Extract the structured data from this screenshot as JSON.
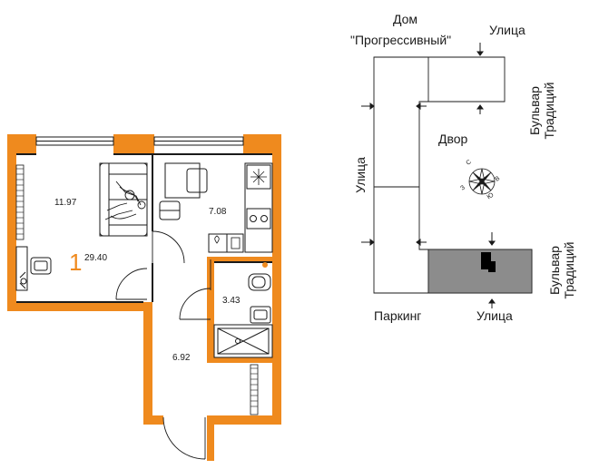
{
  "apartment": {
    "rooms_count": "1",
    "total_area": "29.40",
    "living_area": "11.97",
    "kitchen_area": "7.08",
    "bathroom_area": "3.43",
    "hallway_area": "6.92"
  },
  "site_plan": {
    "building_label_line1": "Дом",
    "building_label_line2": "\"Прогрессивный\"",
    "street_top": "Улица",
    "street_left": "Улица",
    "street_bottom": "Улица",
    "boulevard_top_line1": "Бульвар",
    "boulevard_top_line2": "Традиций",
    "boulevard_bottom_line1": "Бульвар",
    "boulevard_bottom_line2": "Традиций",
    "yard": "Двор",
    "parking": "Паркинг",
    "compass": {
      "north": "С",
      "east": "В",
      "south": "Ю",
      "west": "З"
    }
  },
  "colors": {
    "wall": "#ef8a1e",
    "line": "#1a1a1a",
    "highlight": "#8c8c8c"
  }
}
